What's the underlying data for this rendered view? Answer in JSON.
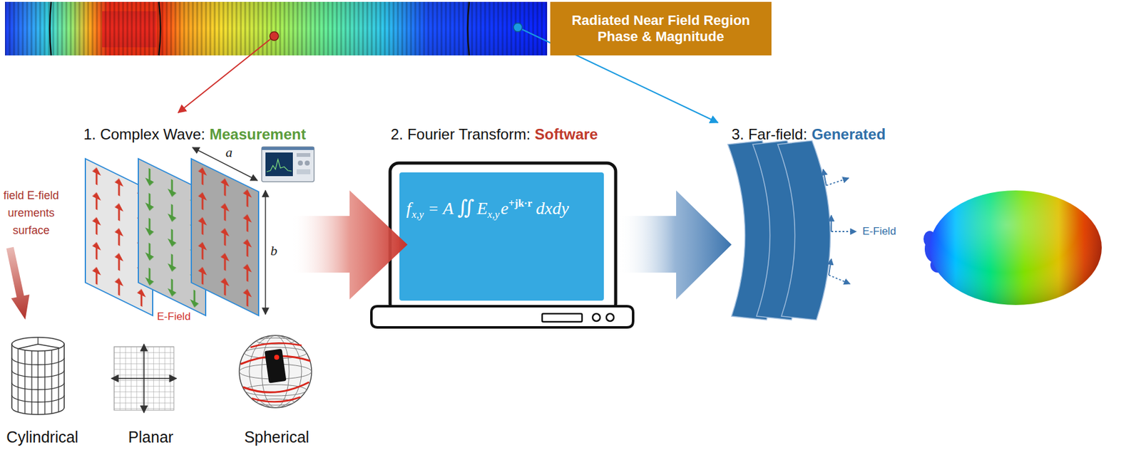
{
  "diagram": {
    "nodes": [
      {
        "text": [
          "Radiated Near Field Region Phase & Magnitude"
        ]
      },
      {
        "text": [
          "f",
          "x,y",
          "=",
          "A",
          "∬",
          "E",
          "x,y",
          "e",
          "+jk·r",
          "dxdy"
        ]
      }
    ],
    "labels": [
      "field E-field urements surface",
      "1. Complex Wave:",
      "Measurement",
      "a",
      "b",
      "E-Field",
      "Cylindrical",
      "Planar",
      "Spherical",
      "2. Fourier Transform:",
      "Software",
      "3. Far-field:",
      "Generated",
      "E-Field"
    ]
  }
}
